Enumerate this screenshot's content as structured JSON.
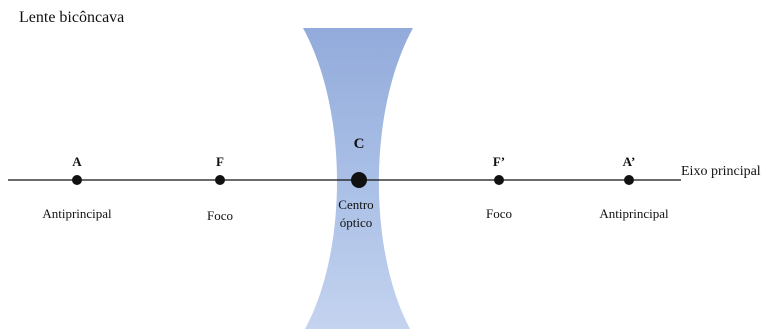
{
  "title": "Lente bicôncava",
  "axis_label": "Eixo principal",
  "colors": {
    "lens": "#9fb7e2",
    "axis": "#111111",
    "points": "#111111"
  },
  "points": [
    {
      "letter": "A",
      "caption": [
        "Antiprincipal"
      ]
    },
    {
      "letter": "F",
      "caption": [
        "Foco"
      ]
    },
    {
      "letter": "C",
      "caption": [
        "Centro",
        "óptico"
      ]
    },
    {
      "letter": "F’",
      "caption": [
        "Foco"
      ]
    },
    {
      "letter": "A’",
      "caption": [
        "Antiprincipal"
      ]
    }
  ]
}
